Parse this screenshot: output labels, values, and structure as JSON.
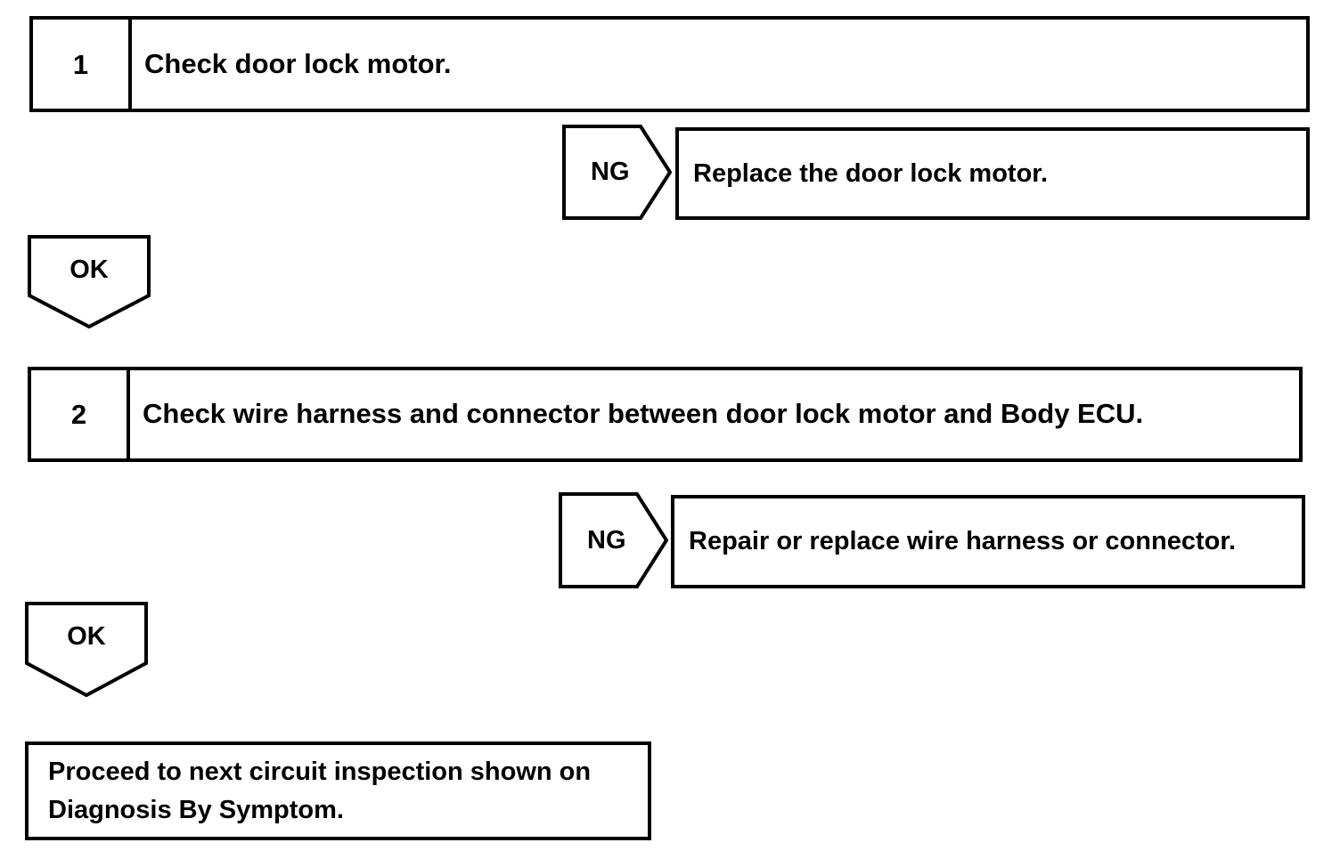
{
  "document": {
    "type": "diagnostic-troubleshooting-flowchart",
    "title": "Circuit Inspection Flowchart"
  },
  "steps": [
    {
      "number": "1",
      "text": "Check door lock motor.",
      "result_branch": {
        "label": "NG",
        "action": "Replace the door lock motor."
      },
      "pass_branch": {
        "label": "OK"
      }
    },
    {
      "number": "2",
      "text": "Check wire harness and connector between door lock motor and Body ECU.",
      "result_branch": {
        "label": "NG",
        "action": "Repair or replace wire harness or connector."
      },
      "pass_branch": {
        "label": "OK"
      }
    }
  ],
  "final": {
    "line1": "Proceed to next circuit inspection shown on",
    "line2": "Diagnosis By Symptom."
  },
  "colors": {
    "ink": "#000000",
    "paper": "#ffffff"
  }
}
